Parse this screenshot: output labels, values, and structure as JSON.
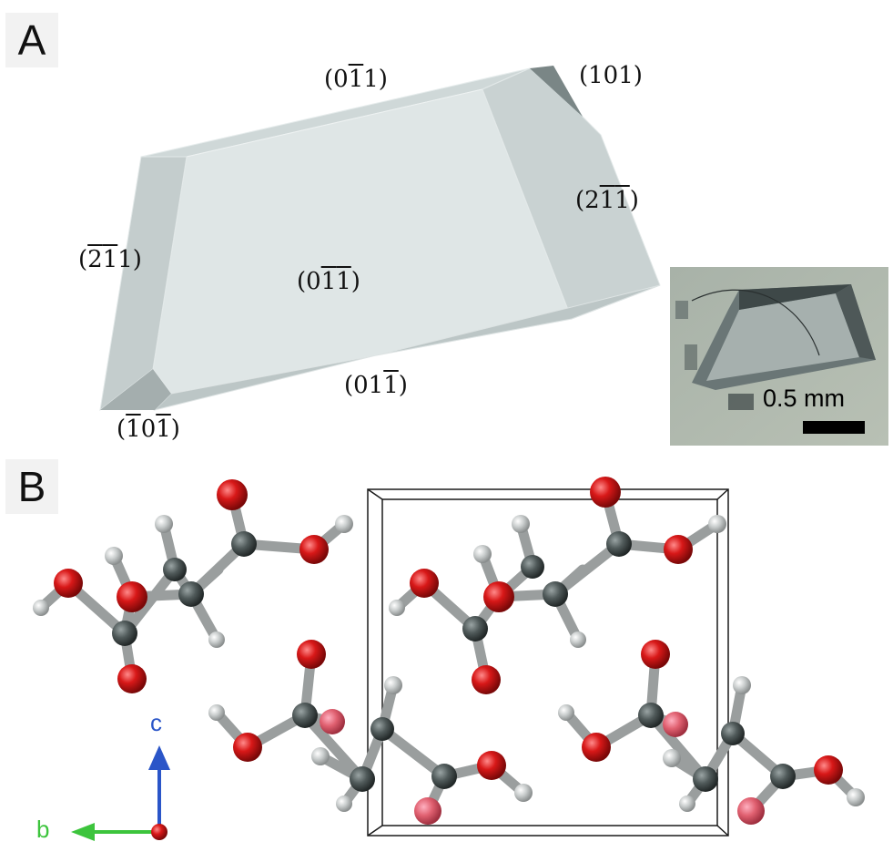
{
  "panels": {
    "a": "A",
    "b": "B"
  },
  "crystal_faces": {
    "top": {
      "pre": "(0",
      "bar1": "1",
      "post": "1)",
      "bar2": ""
    },
    "corner_right": {
      "pre": "(101)",
      "bar1": "",
      "post": "",
      "bar2": ""
    },
    "right": {
      "pre": "(2",
      "bar1": "1",
      "post": "",
      "bar2": "1",
      "end": ")"
    },
    "left": {
      "pre": "(",
      "bar1": "2",
      "mid": "",
      "bar2": "1",
      "end": "1)"
    },
    "center": {
      "pre": "(0",
      "bar1": "1",
      "bar2": "1",
      "end": ")"
    },
    "bottom": {
      "pre": "(01",
      "bar1": "",
      "bar2": "1",
      "end": ")"
    },
    "corner_left": {
      "pre": "(",
      "bar1": "1",
      "mid": "0",
      "bar2": "1",
      "end": ")"
    }
  },
  "photo": {
    "scale_label": "0.5 mm"
  },
  "axes": {
    "c": "c",
    "b": "b",
    "c_color": "#2a55c8",
    "b_color": "#3cc43c",
    "a_color": "#e0202a"
  },
  "colors": {
    "oxygen": "#d81818",
    "carbon": "#505a5a",
    "hydrogen": "#c8cccc",
    "bond": "#9a9e9e",
    "crystal_face": "#d9e1e1"
  }
}
